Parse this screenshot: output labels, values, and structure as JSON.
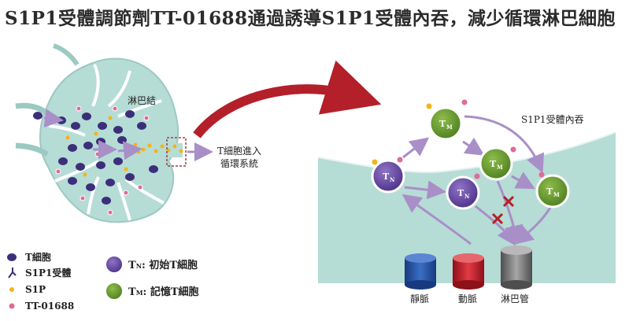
{
  "title": "S1P1受體調節劑TT-01688通過誘導S1P1受體內吞，減少循環淋巴細胞",
  "lymph_node_label": "淋巴結",
  "exit_label_line1": "T細胞進入",
  "exit_label_line2": "循環系統",
  "internalization_label": "S1P1受體內吞",
  "cells": {
    "t": "T",
    "n_sub": "N",
    "m_sub": "M"
  },
  "vessels": {
    "vein": "靜脈",
    "artery": "動脈",
    "lymph": "淋巴管"
  },
  "legend": {
    "t_cell": "T細胞",
    "s1p1": "S1P1受體",
    "s1p": "S1P",
    "tt01688": "TT-01688",
    "naive_prefix": "T",
    "naive_sub": "N",
    "naive_text": ": 初始T細胞",
    "memory_prefix": "T",
    "memory_sub": "M",
    "memory_text": ": 記憶T細胞"
  },
  "colors": {
    "tissue": "#b6dcd6",
    "tissue_edge": "#9cc9c2",
    "t_cell": "#3b2f7a",
    "naive": "#5a3d95",
    "memory": "#5d8e2a",
    "arrow": "#a98fc7",
    "big_arrow": "#b3202a",
    "cross": "#b3202a",
    "vein": "#2552a0",
    "artery": "#c8202c",
    "lymph": "#7a7a7a",
    "s1p": "#f2b418",
    "drug": "#e06a9a"
  }
}
